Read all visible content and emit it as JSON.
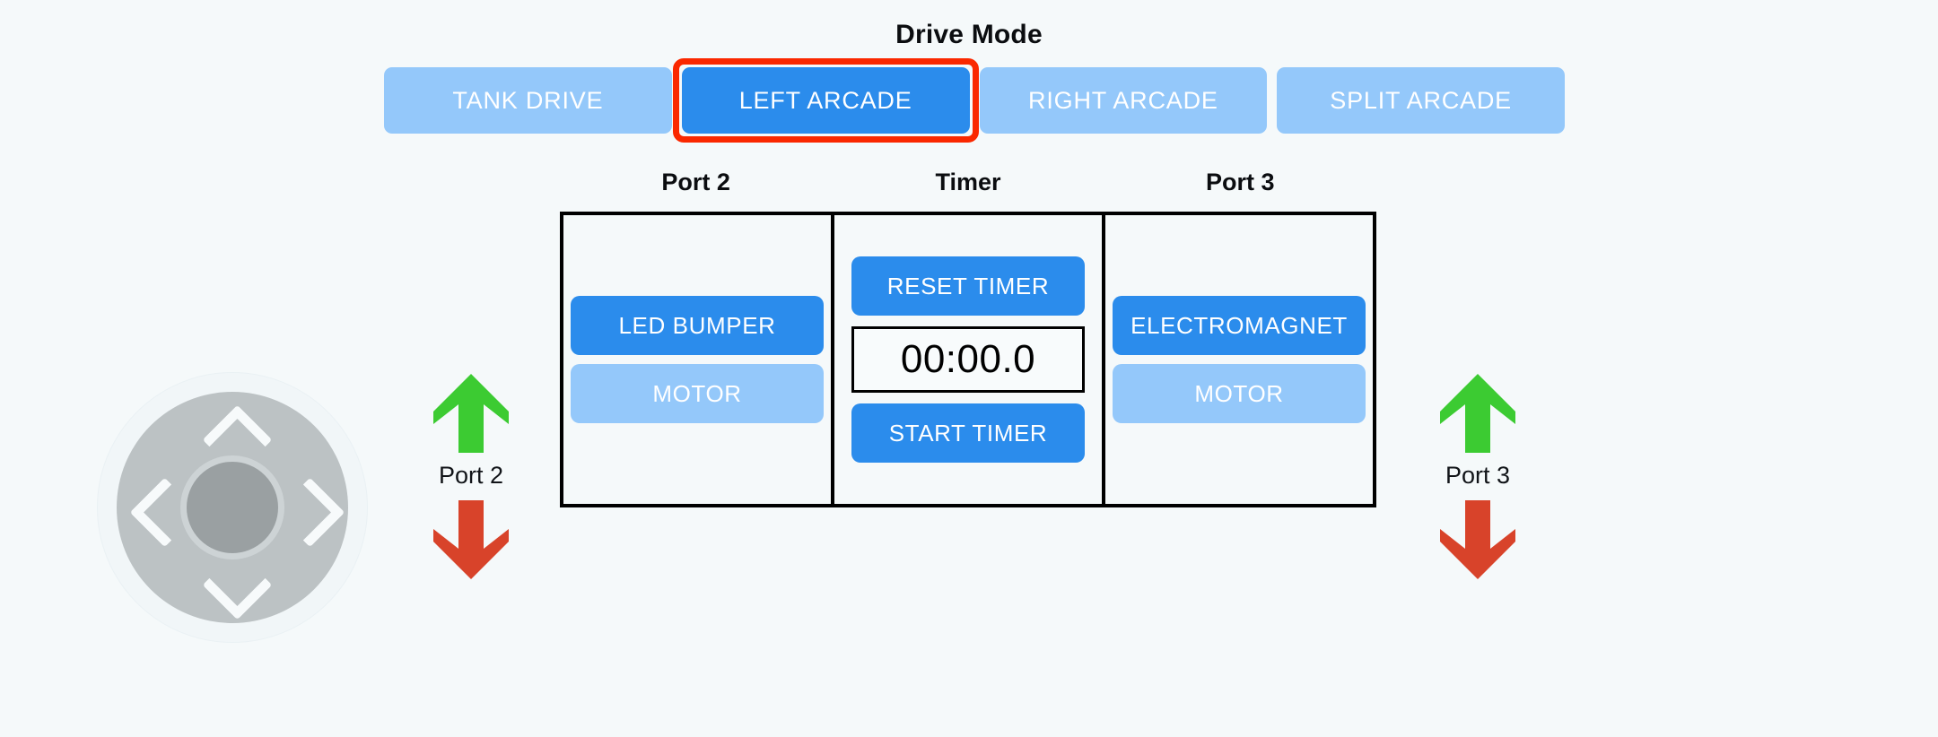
{
  "header": {
    "title": "Drive Mode"
  },
  "drive_modes": [
    {
      "label": "TANK DRIVE",
      "active": false,
      "selected": false
    },
    {
      "label": "LEFT ARCADE",
      "active": true,
      "selected": true
    },
    {
      "label": "RIGHT ARCADE",
      "active": false,
      "selected": false
    },
    {
      "label": "SPLIT ARCADE",
      "active": false,
      "selected": false
    }
  ],
  "columns": {
    "headers": [
      "Port 2",
      "Timer",
      "Port 3"
    ],
    "port2": {
      "buttons": [
        {
          "label": "LED BUMPER",
          "style": "primary"
        },
        {
          "label": "MOTOR",
          "style": "muted"
        }
      ]
    },
    "timer": {
      "reset_label": "RESET TIMER",
      "display": "00:00.0",
      "start_label": "START TIMER"
    },
    "port3": {
      "buttons": [
        {
          "label": "ELECTROMAGNET",
          "style": "primary"
        },
        {
          "label": "MOTOR",
          "style": "muted"
        }
      ]
    }
  },
  "dpad": {
    "up_icon": "chevron-up-icon",
    "down_icon": "chevron-down-icon",
    "left_icon": "chevron-left-icon",
    "right_icon": "chevron-right-icon"
  },
  "port_controls": [
    {
      "label": "Port 2",
      "up_icon": "arrow-up-icon",
      "down_icon": "arrow-down-icon"
    },
    {
      "label": "Port 3",
      "up_icon": "arrow-up-icon",
      "down_icon": "arrow-down-icon"
    }
  ],
  "colors": {
    "background": "#f5f9fa",
    "accent_blue": "#2b8cec",
    "muted_blue": "#94c8fa",
    "selection_red": "#fa2800",
    "arrow_green": "#3ccb32",
    "arrow_red": "#d8432a",
    "dpad_gray": "#bcc2c4",
    "dpad_center_gray": "#9aa0a2",
    "panel_border": "#000000",
    "text_dark": "#0b0d10"
  }
}
